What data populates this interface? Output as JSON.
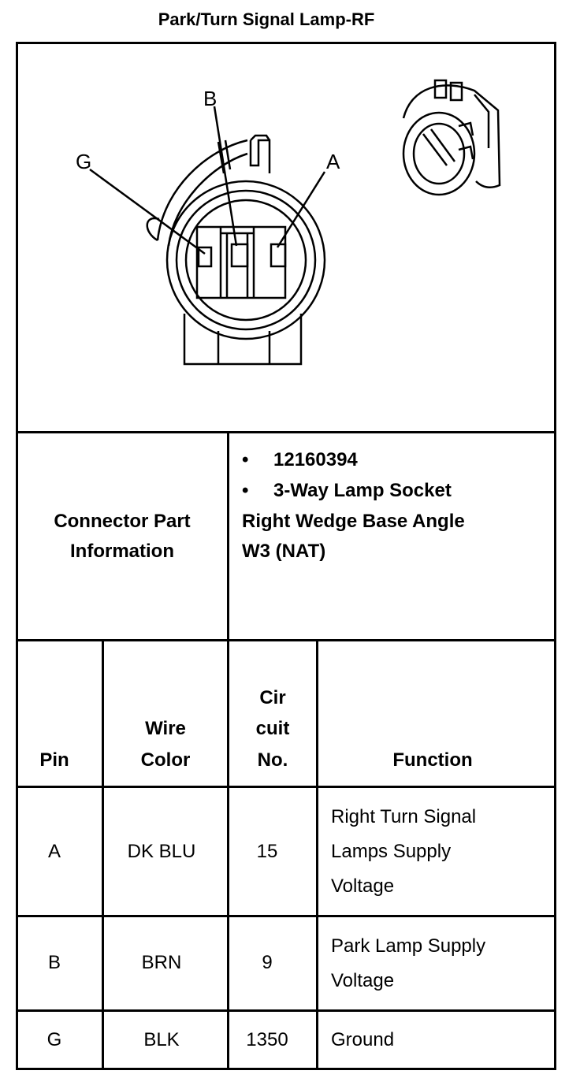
{
  "title": "Park/Turn Signal Lamp-RF",
  "diagram": {
    "pin_labels": [
      "B",
      "G",
      "A"
    ],
    "icon": "lamp-socket-connector-icon"
  },
  "part_info": {
    "label_line1": "Connector Part",
    "label_line2": "Information",
    "bullets": [
      "12160394",
      "3-Way Lamp Socket"
    ],
    "desc_line1": "Right Wedge Base Angle",
    "desc_line2": "W3 (NAT)"
  },
  "table": {
    "headers": {
      "pin": "Pin",
      "wire_line1": "Wire",
      "wire_line2": "Color",
      "circuit_line1": "Cir",
      "circuit_line2": "cuit",
      "circuit_line3": "No.",
      "function": "Function"
    },
    "rows": [
      {
        "pin": "A",
        "wire": "DK BLU",
        "circuit": "15",
        "function_lines": [
          "Right Turn Signal",
          "Lamps Supply",
          "Voltage"
        ]
      },
      {
        "pin": "B",
        "wire": "BRN",
        "circuit": "9",
        "function_lines": [
          "Park Lamp Supply",
          "Voltage"
        ]
      },
      {
        "pin": "G",
        "wire": "BLK",
        "circuit": "1350",
        "function_lines": [
          "Ground"
        ]
      }
    ]
  }
}
